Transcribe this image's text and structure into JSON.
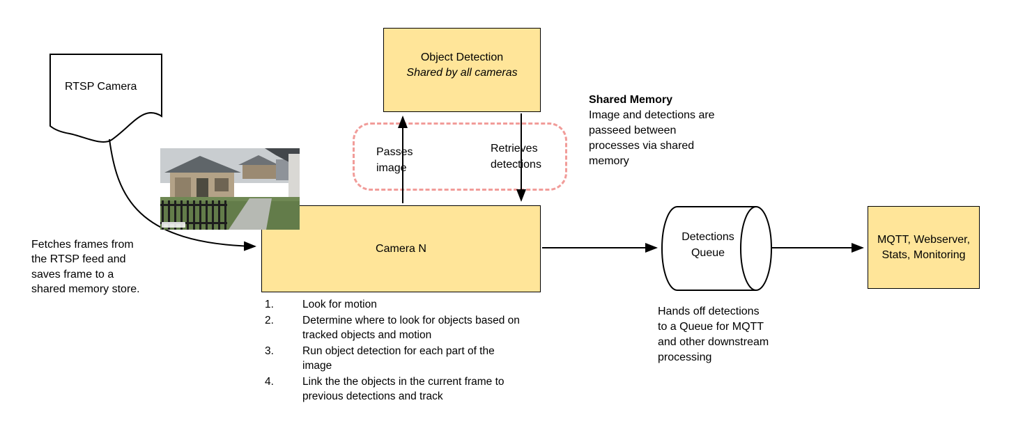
{
  "diagram": {
    "rtsp_camera_label": "RTSP Camera",
    "fetch_note": "Fetches frames from the RTSP feed and saves frame to a shared memory store.",
    "object_detection_title": "Object Detection",
    "object_detection_subtitle": "Shared by all cameras",
    "passes_image_label": "Passes image",
    "retrieves_detections_label": "Retrieves detections",
    "shared_memory_title": "Shared Memory",
    "shared_memory_body": "Image and detections are passeed between processes via shared memory",
    "camera_n_label": "Camera N",
    "camera_steps": [
      "Look for motion",
      "Determine where to look for objects based on tracked objects and motion",
      "Run object detection for each part of the image",
      "Link the the objects in the current frame to previous detections and track"
    ],
    "detections_queue_label": "Detections Queue",
    "queue_note": "Hands off detections to a Queue for MQTT and other downstream processing",
    "mqtt_label": "MQTT, Webserver, Stats, Monitoring",
    "colors": {
      "node_fill": "#ffe599",
      "node_border": "#000000",
      "shared_memory_dash": "#f19c99",
      "arrow": "#000000"
    }
  }
}
